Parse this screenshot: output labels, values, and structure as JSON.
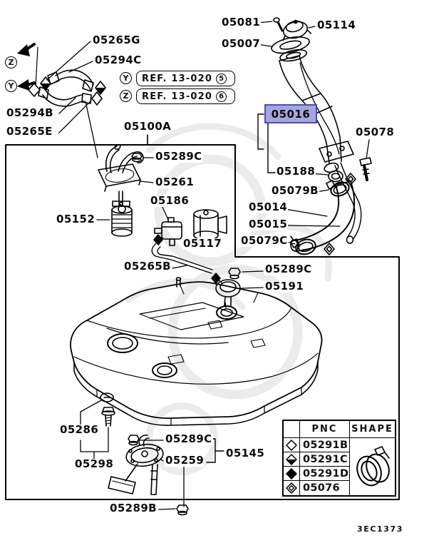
{
  "diagram": {
    "background": "#ffffff",
    "line_color": "#000000",
    "highlight_bg": "#a6a6de",
    "highlight_border": "#4a4ac0",
    "code": "3EC1373"
  },
  "highlighted_part": {
    "text": "05016"
  },
  "view_markers": [
    {
      "letter": "Z"
    },
    {
      "letter": "Y"
    }
  ],
  "ref_notes": [
    {
      "marker": "Y",
      "text": "REF. 13-020",
      "number": "5"
    },
    {
      "marker": "Z",
      "text": "REF. 13-020",
      "number": "6"
    }
  ],
  "part_labels": [
    {
      "text": "05081"
    },
    {
      "text": "05114"
    },
    {
      "text": "05007"
    },
    {
      "text": "05265G"
    },
    {
      "text": "05294C"
    },
    {
      "text": "05294B"
    },
    {
      "text": "05265E"
    },
    {
      "text": "05100A"
    },
    {
      "text": "05078"
    },
    {
      "text": "05289C"
    },
    {
      "text": "05261"
    },
    {
      "text": "05186"
    },
    {
      "text": "05152"
    },
    {
      "text": "05117"
    },
    {
      "text": "05188"
    },
    {
      "text": "05079B"
    },
    {
      "text": "05014"
    },
    {
      "text": "05015"
    },
    {
      "text": "05079C"
    },
    {
      "text": "05265B"
    },
    {
      "text": "05289C"
    },
    {
      "text": "05191"
    },
    {
      "text": "05286"
    },
    {
      "text": "05298"
    },
    {
      "text": "05289C"
    },
    {
      "text": "05259"
    },
    {
      "text": "05145"
    },
    {
      "text": "05289B"
    }
  ],
  "pnc_table": {
    "headers": {
      "symbol": "",
      "pnc": "PNC",
      "shape": "SHAPE"
    },
    "rows": [
      {
        "symbol": "diamond-outline",
        "pnc": "05291B"
      },
      {
        "symbol": "diamond-half-filled",
        "pnc": "05291C"
      },
      {
        "symbol": "diamond-filled",
        "pnc": "05291D"
      },
      {
        "symbol": "diamond-double",
        "pnc": "05076"
      }
    ]
  }
}
